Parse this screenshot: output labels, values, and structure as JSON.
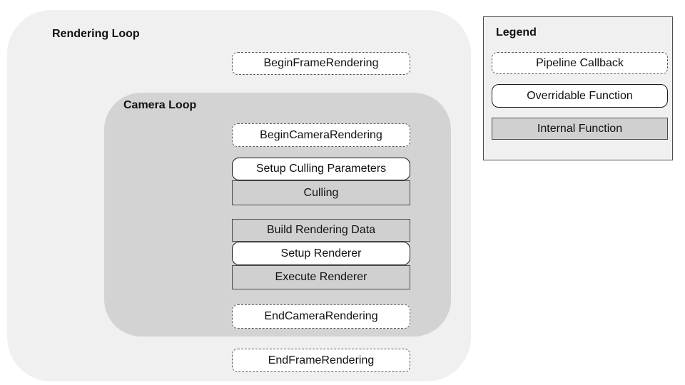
{
  "flow": {
    "rendering_loop_label": "Rendering Loop",
    "camera_loop_label": "Camera Loop",
    "boxes": [
      {
        "label": "BeginFrameRendering",
        "type": "pipeline-callback"
      },
      {
        "label": "BeginCameraRendering",
        "type": "pipeline-callback"
      },
      {
        "label": "Setup Culling Parameters",
        "type": "overridable-function"
      },
      {
        "label": "Culling",
        "type": "internal-function"
      },
      {
        "label": "Build Rendering Data",
        "type": "internal-function"
      },
      {
        "label": "Setup Renderer",
        "type": "overridable-function"
      },
      {
        "label": "Execute Renderer",
        "type": "internal-function"
      },
      {
        "label": "EndCameraRendering",
        "type": "pipeline-callback"
      },
      {
        "label": "EndFrameRendering",
        "type": "pipeline-callback"
      }
    ]
  },
  "legend": {
    "title": "Legend",
    "items": [
      {
        "label": "Pipeline Callback",
        "type": "pipeline-callback"
      },
      {
        "label": "Overridable Function",
        "type": "overridable-function"
      },
      {
        "label": "Internal Function",
        "type": "internal-function"
      }
    ]
  },
  "colors": {
    "outer_loop_bg": "#f0f0f0",
    "camera_loop_bg": "#d3d3d3",
    "internal_box_bg": "#d0d0d0",
    "node_bg": "#ffffff",
    "solid_border": "#1a1a1a",
    "dashed_border": "#595959",
    "gray_border": "#4d4d4d",
    "legend_border": "#4d4d4d",
    "text": "#111111"
  }
}
